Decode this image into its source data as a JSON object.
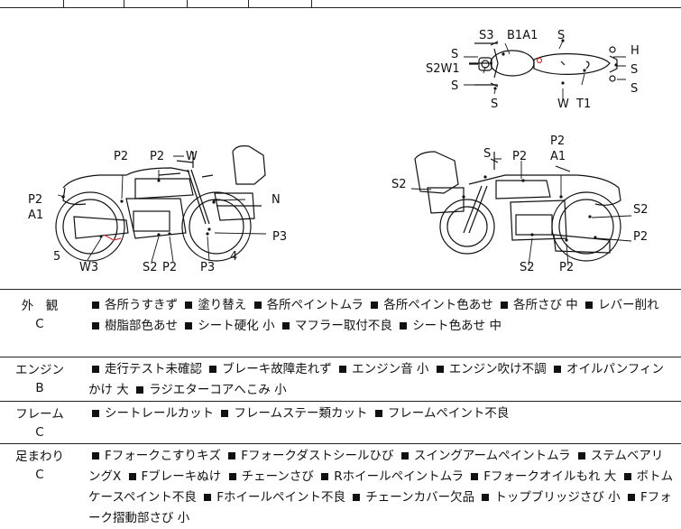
{
  "diagram": {
    "top_view_labels": {
      "s_left_top": "S",
      "s3": "S3",
      "b1a1": "B1A1",
      "s_right_top": "S",
      "h": "H",
      "s2w1": "S2W1",
      "s_right_mid": "S",
      "s_left_bottom": "S",
      "s_right_bottom": "S",
      "s_under": "S",
      "w": "W",
      "t1": "T1"
    },
    "left_view_labels": {
      "p2_a": "P2",
      "p2_b": "P2",
      "w": "W",
      "p2_front": "P2",
      "a1": "A1",
      "n": "N",
      "p3_right": "P3",
      "five": "5",
      "four": "4",
      "w3": "W3",
      "s2": "S2",
      "p2_c": "P2",
      "p3_bottom": "P3"
    },
    "right_view_labels": {
      "p2_top": "P2",
      "a1": "A1",
      "s": "S",
      "p2_mid": "P2",
      "s2_left": "S2",
      "s2_right": "S2",
      "p2_right": "P2",
      "s2_bottom": "S2",
      "p2_bottom": "P2"
    }
  },
  "sections": [
    {
      "category": "外　観",
      "grade": "C",
      "items": [
        "各所うすきず",
        "塗り替え",
        "各所ペイントムラ",
        "各所ペイント色あせ",
        "各所さび 中",
        "レバー削れ",
        "樹脂部色あせ",
        "シート硬化 小",
        "マフラー取付不良",
        "シート色あせ 中"
      ]
    },
    {
      "category": "エンジン",
      "grade": "B",
      "items": [
        "走行テスト未確認",
        "ブレーキ故障走れず",
        "エンジン音 小",
        "エンジン吹け不調",
        "オイルパンフィンかけ 大",
        "ラジエターコアへこみ 小"
      ]
    },
    {
      "category": "フレーム",
      "grade": "C",
      "items": [
        "シートレールカット",
        "フレームステー類カット",
        "フレームペイント不良"
      ]
    },
    {
      "category": "足まわり",
      "grade": "C",
      "items": [
        "Fフォークこすりキズ",
        "Fフォークダストシールひび",
        "スイングアームペイントムラ",
        "ステムベアリングX",
        "Fブレーキぬけ",
        "チェーンさび",
        "Rホイールペイントムラ",
        "Fフォークオイルもれ 大",
        "ボトムケースペイント不良",
        "Fホイールペイント不良",
        "チェーンカバー欠品",
        "トップブリッジさび 小",
        "Fフォーク摺動部さび 小"
      ]
    }
  ]
}
